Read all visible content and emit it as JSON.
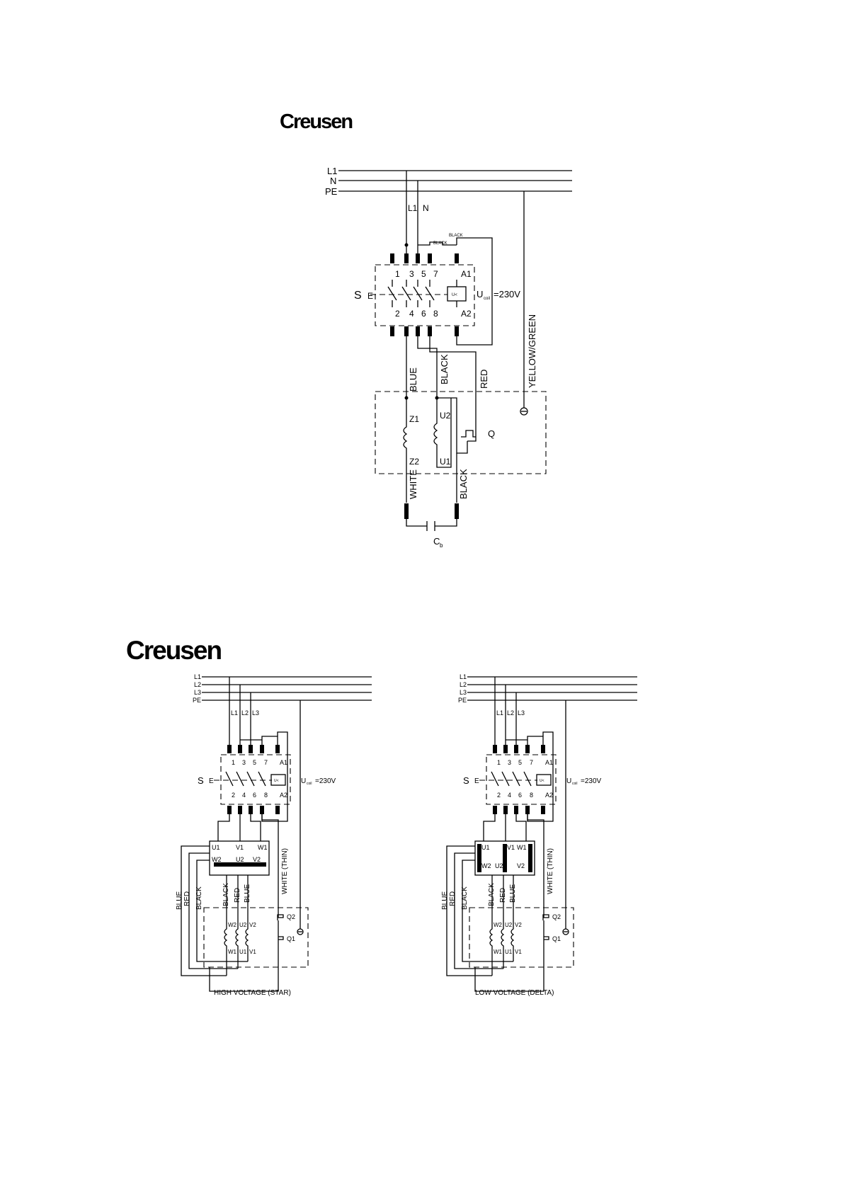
{
  "logos": {
    "top": "Creusen",
    "bottom": "Creusen"
  },
  "single_phase": {
    "rails": [
      "L1",
      "N",
      "PE"
    ],
    "taps": [
      "L1",
      "N"
    ],
    "switch_label": "S",
    "top_terminals": [
      "1",
      "3",
      "5",
      "7",
      "A1"
    ],
    "bottom_terminals": [
      "2",
      "4",
      "6",
      "8",
      "A2"
    ],
    "coil_label": "U",
    "coil_sub": "coil",
    "coil_voltage": "=230V",
    "jumper_labels": [
      "BLACK",
      "BLACK"
    ],
    "wire_labels": {
      "blue": "BLUE",
      "black": "BLACK",
      "red": "RED",
      "yellow_green": "YELLOW/GREEN",
      "white": "WHITE",
      "black_bottom": "BLACK"
    },
    "winding_labels": [
      "Z1",
      "Z2",
      "U2",
      "U1"
    ],
    "protector_label": "Q",
    "capacitor_label": "C",
    "capacitor_sub": "b"
  },
  "three_phase_star": {
    "rails": [
      "L1",
      "L2",
      "L3",
      "PE"
    ],
    "taps": [
      "L1",
      "L2",
      "L3"
    ],
    "switch_label": "S",
    "top_terminals": [
      "1",
      "3",
      "5",
      "7",
      "A1"
    ],
    "bottom_terminals": [
      "2",
      "4",
      "6",
      "8",
      "A2"
    ],
    "coil_label": "U",
    "coil_sub": "coil",
    "coil_voltage": "=230V",
    "board_top": [
      "U1",
      "V1",
      "W1"
    ],
    "board_bottom": [
      "W2",
      "U2",
      "V2"
    ],
    "wire_labels": [
      "BLUE",
      "RED",
      "BLACK"
    ],
    "mid_wire_labels": [
      "BLACK",
      "RED",
      "BLUE"
    ],
    "thin_label": "WHITE (THIN)",
    "motor_top": [
      "W2",
      "U2",
      "V2"
    ],
    "motor_bottom": [
      "W1",
      "U1",
      "V1"
    ],
    "protector_labels": [
      "Q2",
      "Q1"
    ],
    "caption": "HIGH VOLTAGE (STAR)"
  },
  "three_phase_delta": {
    "rails": [
      "L1",
      "L2",
      "L3",
      "PE"
    ],
    "taps": [
      "L1",
      "L2",
      "L3"
    ],
    "switch_label": "S",
    "top_terminals": [
      "1",
      "3",
      "5",
      "7",
      "A1"
    ],
    "bottom_terminals": [
      "2",
      "4",
      "6",
      "8",
      "A2"
    ],
    "coil_label": "U",
    "coil_sub": "coil",
    "coil_voltage": "=230V",
    "board_top": [
      "U1",
      "V1",
      "W1"
    ],
    "board_bottom": [
      "W2",
      "U2",
      "V2"
    ],
    "wire_labels": [
      "BLUE",
      "RED",
      "BLACK"
    ],
    "mid_wire_labels": [
      "BLACK",
      "RED",
      "BLUE"
    ],
    "thin_label": "WHITE (THIN)",
    "motor_top": [
      "W2",
      "U2",
      "V2"
    ],
    "motor_bottom": [
      "W1",
      "U1",
      "V1"
    ],
    "protector_labels": [
      "Q2",
      "Q1"
    ],
    "caption": "LOW VOLTAGE (DELTA)"
  }
}
